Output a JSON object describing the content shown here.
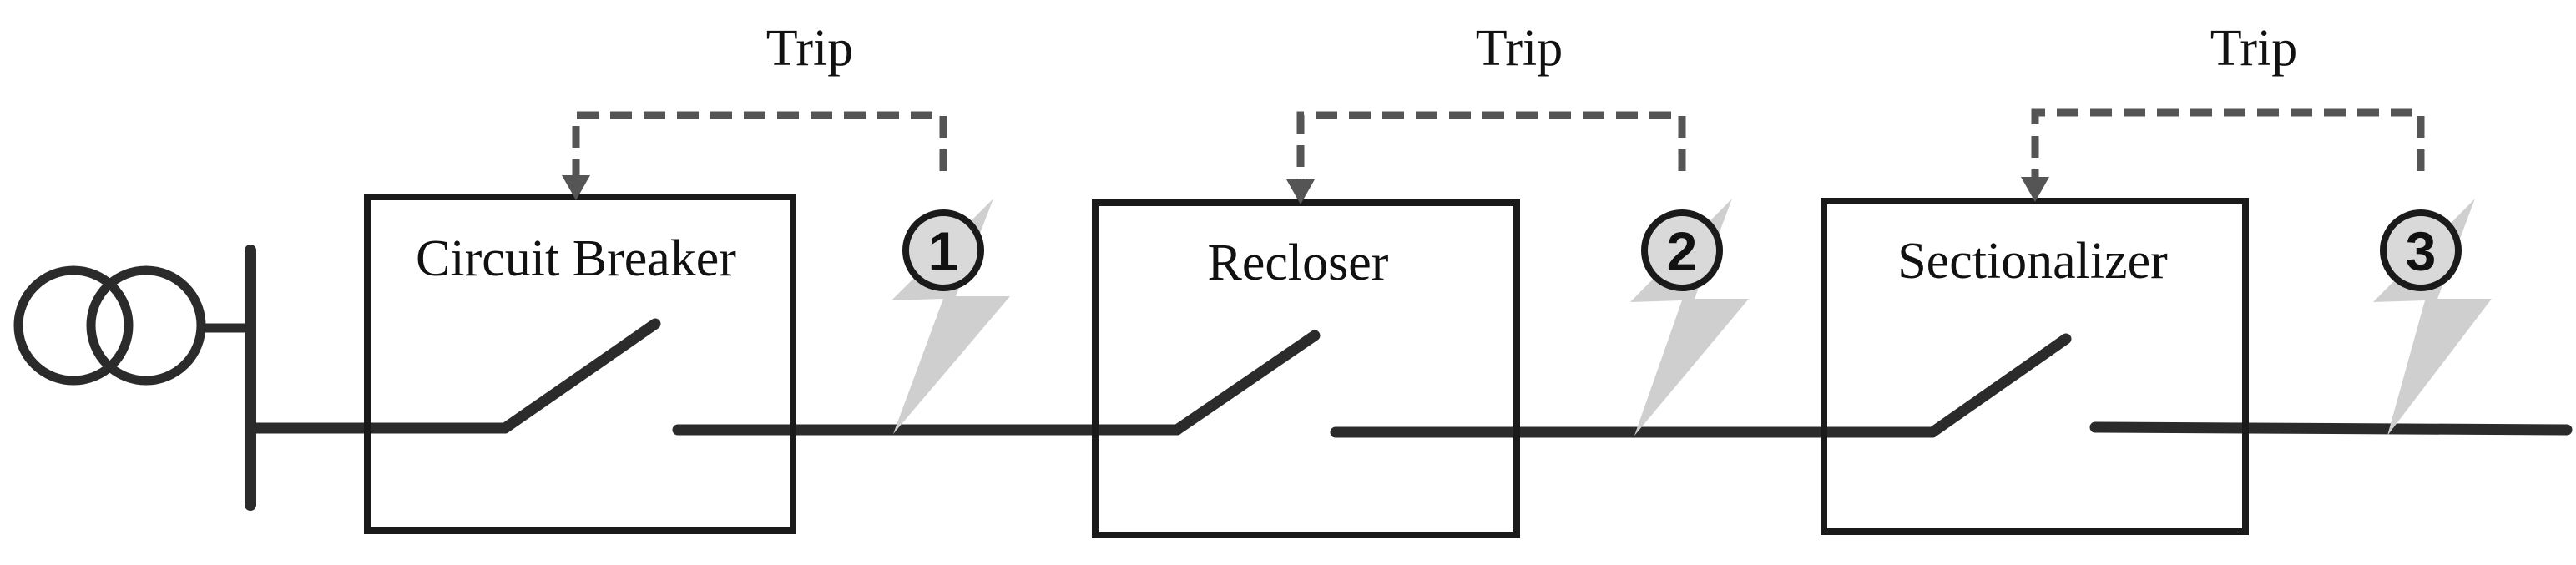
{
  "devices": [
    {
      "name": "Circuit Breaker",
      "trip_label": "Trip",
      "fault_number": "1"
    },
    {
      "name": "Recloser",
      "trip_label": "Trip",
      "fault_number": "2"
    },
    {
      "name": "Sectionalizer",
      "trip_label": "Trip",
      "fault_number": "3"
    }
  ],
  "colors": {
    "line": "#2b2b2b",
    "trip_arrow": "#555555",
    "fault_bolt": "#cfcfcf",
    "fault_circle": "#d9d9d9"
  },
  "icons": {
    "source": "transformer-icon",
    "bus": "busbar",
    "switch": "open-switch-icon",
    "fault": "lightning-bolt-icon"
  }
}
